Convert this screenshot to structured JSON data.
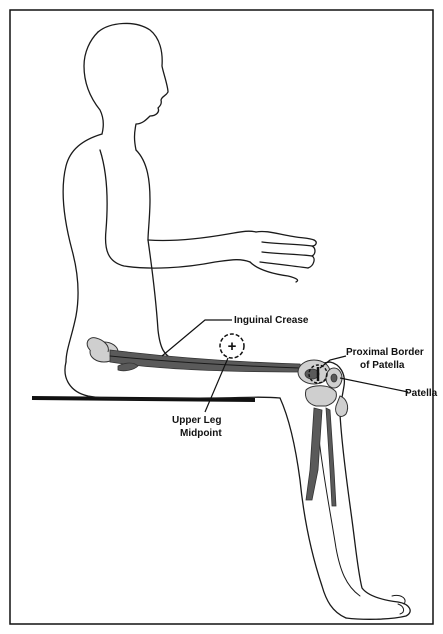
{
  "labels": {
    "inguinal_crease": "Inguinal Crease",
    "proximal_border_line1": "Proximal Border",
    "proximal_border_line2": "of Patella",
    "patella": "Patella",
    "upper_leg_line1": "Upper Leg",
    "upper_leg_line2": "Midpoint"
  },
  "markers": {
    "plus_symbol": "+",
    "minus_symbol": "I"
  }
}
